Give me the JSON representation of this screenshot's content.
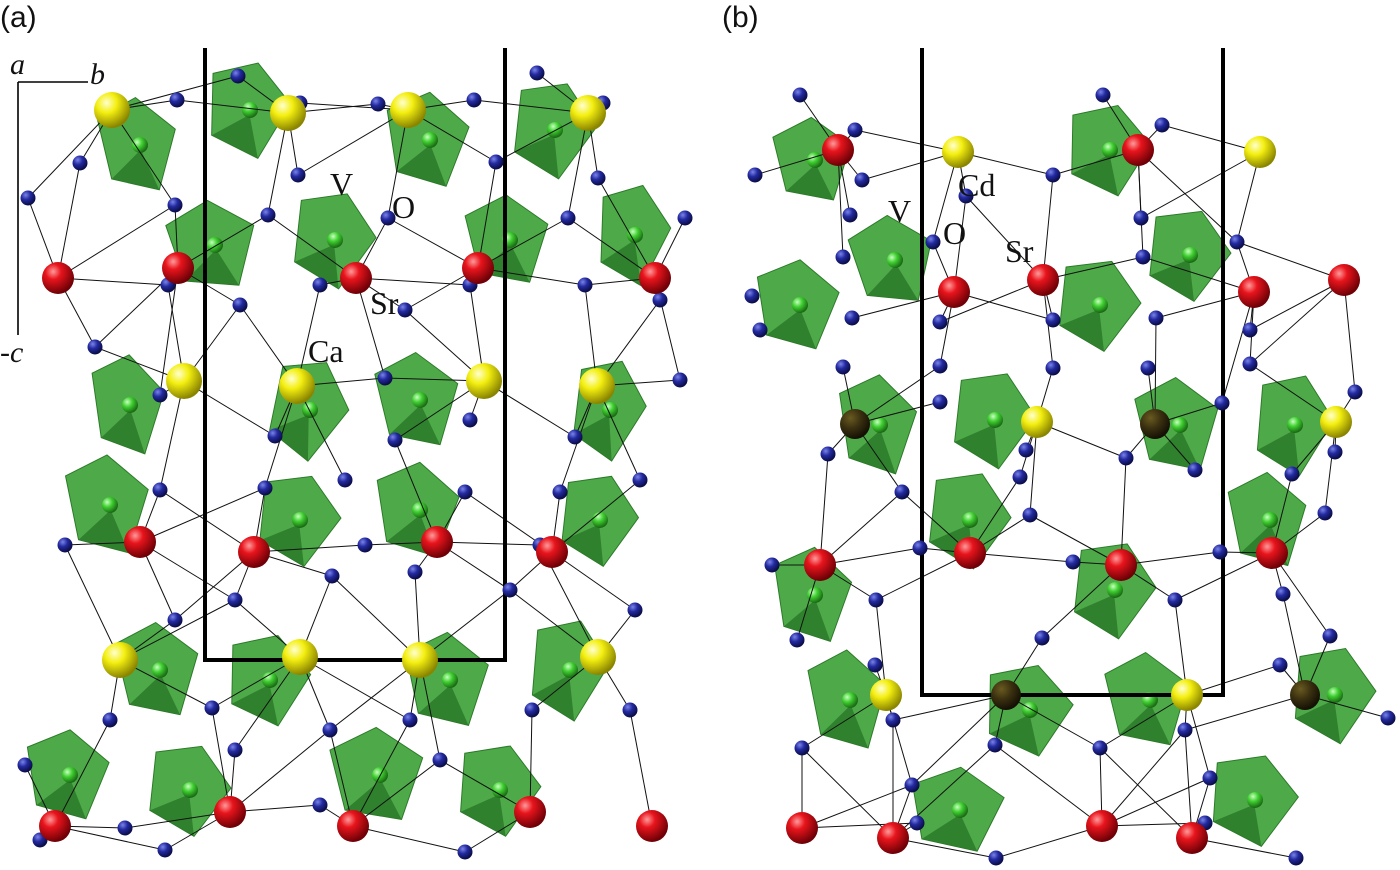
{
  "panels": [
    {
      "id": "a",
      "label": "(a)",
      "axes": {
        "a": "a",
        "b": "b",
        "c": "-c"
      },
      "atom_labels": {
        "v": "V",
        "o": "O",
        "sr": "Sr",
        "ca": "Ca"
      }
    },
    {
      "id": "b",
      "label": "(b)",
      "atom_labels": {
        "cd": "Cd",
        "v": "V",
        "o": "O",
        "sr": "Sr"
      }
    }
  ],
  "colors": {
    "tetrahedron": "#3fa33a",
    "tetrahedron_dark": "#2c7a29",
    "vanadium": "#33cc33",
    "oxygen": "#1a1f8a",
    "strontium": "#e0141e",
    "calcium_cadmium": "#f2ef0a",
    "bond": "#111111",
    "cell": "#000000"
  }
}
